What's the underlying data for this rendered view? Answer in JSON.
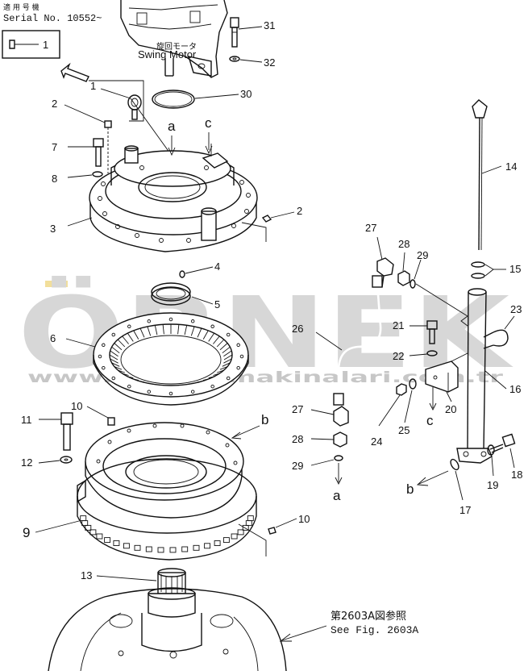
{
  "header": {
    "serial_jp": "適 用 号 機",
    "serial_en": "Serial No. 10552~"
  },
  "motor": {
    "label_jp": "旋回モータ",
    "label_en": "Swing Motor"
  },
  "reference": {
    "label_jp": "第2603A図参照",
    "label_en": "See  Fig.  2603A"
  },
  "watermark": {
    "brand": "ÖRNEK",
    "url": "www.ornekismakinalari.com.tr",
    "color": "#b8b8b8"
  },
  "callouts": {
    "n1_inset": "1",
    "n1": "1",
    "n2a": "2",
    "n2b": "2",
    "n3": "3",
    "n4": "4",
    "n5": "5",
    "n6": "6",
    "n7": "7",
    "n8": "8",
    "n9": "9",
    "n10a": "10",
    "n10b": "10",
    "n11": "11",
    "n12": "12",
    "n13": "13",
    "n14": "14",
    "n15": "15",
    "n16": "16",
    "n17": "17",
    "n18": "18",
    "n19": "19",
    "n20": "20",
    "n21": "21",
    "n22": "22",
    "n23": "23",
    "n24": "24",
    "n25": "25",
    "n26": "26",
    "n27a": "27",
    "n27b": "27",
    "n28a": "28",
    "n28b": "28",
    "n29a": "29",
    "n29b": "29",
    "n30": "30",
    "n31": "31",
    "n32": "32"
  },
  "connectors": {
    "a_top": "a",
    "c_top": "c",
    "b_right": "b",
    "a_bottom": "a",
    "c_bracket": "c",
    "b_bottom": "b"
  }
}
